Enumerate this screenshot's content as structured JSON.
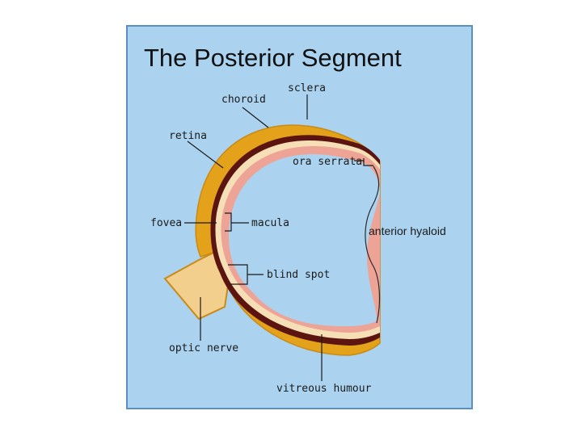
{
  "title": "The Posterior Segment",
  "labels": {
    "sclera": "sclera",
    "choroid": "choroid",
    "retina": "retina",
    "ora_serrata": "ora serrata",
    "fovea": "fovea",
    "macula": "macula",
    "anterior_hyaloid": "anterior hyaloid",
    "blind_spot": "blind spot",
    "optic_nerve": "optic nerve",
    "vitreous_humour": "vitreous humour"
  },
  "colors": {
    "background": "#abd3ef",
    "border": "#5a8fc2",
    "sclera": "#e3a21a",
    "choroid": "#5b1410",
    "retina": "#eda396",
    "optic_nerve": "#f2cf8c"
  }
}
